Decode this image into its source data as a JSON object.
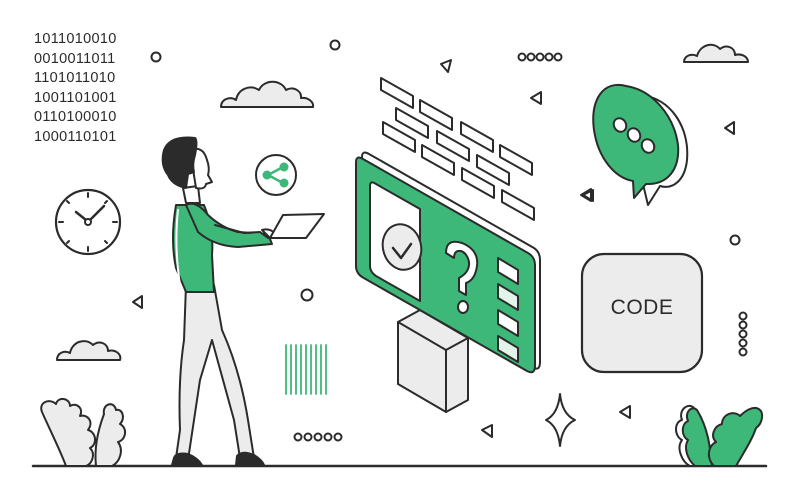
{
  "illustration": {
    "binary_lines": [
      "1011010010",
      "0010011011",
      "1101011010",
      "1001101001",
      "0110100010",
      "1000110101"
    ],
    "code_card_label": "CODE",
    "icons": {
      "clock": "clock-icon",
      "share": "share-icon",
      "chat": "chat-bubble-icon",
      "check": "check-icon",
      "question": "question-mark-icon",
      "sparkle": "sparkle-icon"
    },
    "colors": {
      "accent_green": "#3db878",
      "outline": "#2b2b2b",
      "fill_gray": "#ececec",
      "light_green": "#e3f5ea",
      "background": "#ffffff"
    }
  }
}
